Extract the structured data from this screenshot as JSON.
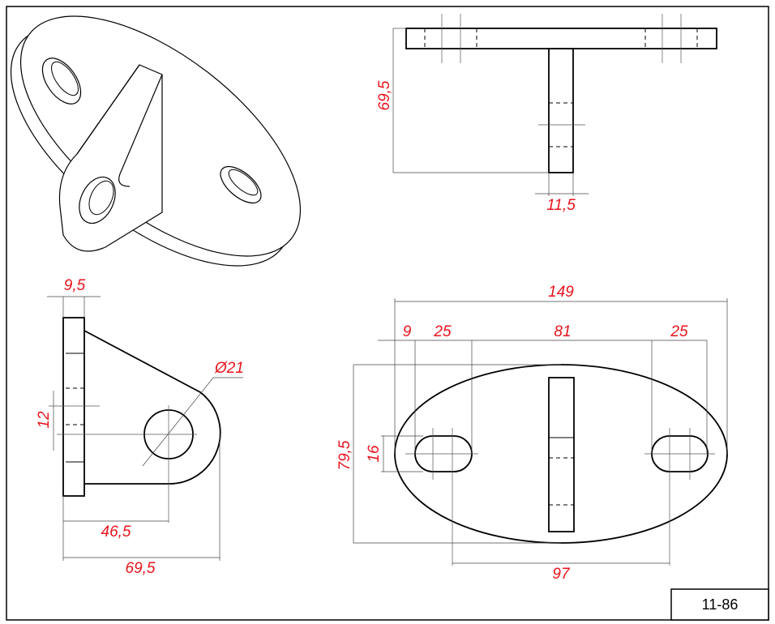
{
  "drawing_number": "11-86",
  "colors": {
    "dimension_text": "#e8141c",
    "outline": "#000000"
  },
  "top_view": {
    "height_dim": "69,5",
    "stem_width_dim": "11,5"
  },
  "side_view": {
    "plate_thickness_dim": "9,5",
    "offset_dim": "12",
    "hole_diameter_dim": "Ø21",
    "hole_center_dim": "46,5",
    "overall_depth_dim": "69,5"
  },
  "front_view": {
    "overall_width_dim": "149",
    "edge_to_slot_dim": "9",
    "slot_left_dim": "25",
    "slot_spacing_dim": "81",
    "slot_right_dim": "25",
    "overall_height_dim": "79,5",
    "slot_height_dim": "16",
    "slot_center_dim": "97"
  }
}
